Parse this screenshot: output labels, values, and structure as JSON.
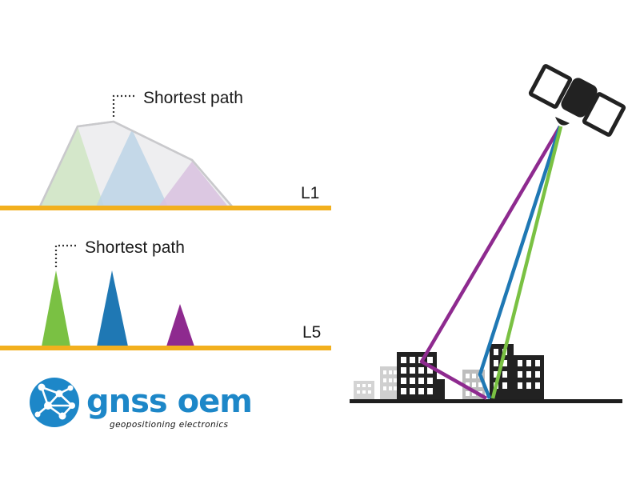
{
  "upper_panel": {
    "annotation": "Shortest path",
    "band_label": "L1"
  },
  "lower_panel": {
    "annotation": "Shortest path",
    "band_label": "L5"
  },
  "logo": {
    "name": "gnss oem",
    "tagline": "geopositioning electronics",
    "icon": "globe-network-icon"
  },
  "colors": {
    "baseline": "#f2b01e",
    "signal_green": "#7ac143",
    "signal_blue": "#1f78b4",
    "signal_purple": "#8e2a8f",
    "brand_blue": "#1d87c8",
    "ink": "#222222"
  },
  "icons": [
    "satellite-icon",
    "city-buildings-icon",
    "globe-network-icon"
  ]
}
